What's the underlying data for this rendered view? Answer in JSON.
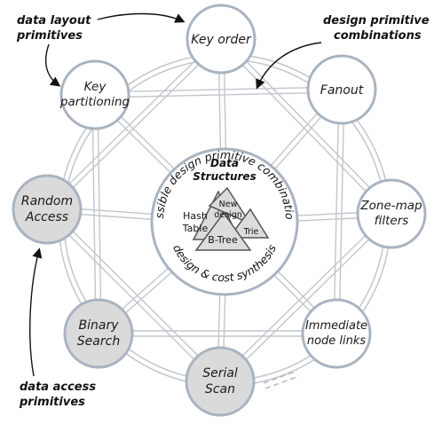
{
  "nodes": {
    "key_order": {
      "lines": [
        "Key order"
      ],
      "shaded": false
    },
    "fanout": {
      "lines": [
        "Fanout"
      ],
      "shaded": false
    },
    "zone_map_filters": {
      "lines": [
        "Zone-map",
        "filters"
      ],
      "shaded": false
    },
    "immediate_node_links": {
      "lines": [
        "Immediate",
        "node links"
      ],
      "shaded": false
    },
    "serial_scan": {
      "lines": [
        "Serial",
        "Scan"
      ],
      "shaded": true
    },
    "binary_search": {
      "lines": [
        "Binary",
        "Search"
      ],
      "shaded": true
    },
    "random_access": {
      "lines": [
        "Random",
        "Access"
      ],
      "shaded": true
    },
    "key_partitioning": {
      "lines": [
        "Key",
        "partitioning"
      ],
      "shaded": false
    }
  },
  "center": {
    "title_lines": [
      "Data",
      "Structures"
    ],
    "top_arc_text": "possible design primitive combinations",
    "bottom_arc_text": "design & cost synthesis",
    "triangles": {
      "hash_table": [
        "Hash",
        "Table"
      ],
      "new_design": [
        "New",
        "design"
      ],
      "b_tree": "B-Tree",
      "trie": "Trie"
    }
  },
  "annotations": {
    "data_layout_primitives": [
      "data layout",
      "primitives"
    ],
    "design_primitive_combinations": [
      "design primitive",
      "combinations"
    ],
    "data_access_primitives": [
      "data access",
      "primitives"
    ]
  },
  "colors": {
    "node_fill": "#ffffff",
    "node_fill_shaded": "#dadada",
    "node_stroke": "#a9b3c0",
    "line": "#c2c6cc",
    "triangle_fill": "#dcdcdc",
    "triangle_stroke": "#555555",
    "text": "#111111"
  }
}
